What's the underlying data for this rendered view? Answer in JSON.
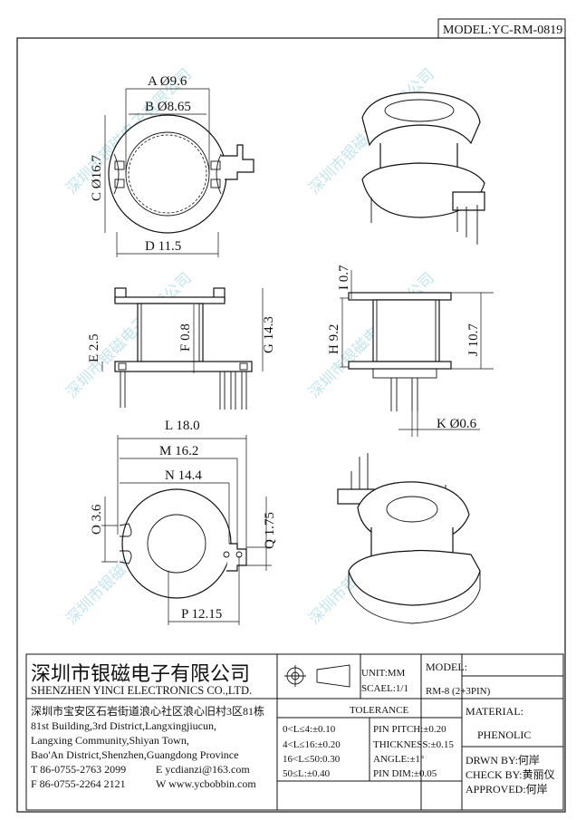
{
  "header": {
    "model": "MODEL:YC-RM-0819"
  },
  "watermark": "深圳市银磁电子有限公司",
  "dimensions": {
    "A": "A Ø9.6",
    "B": "B Ø8.65",
    "C": "C Ø16.7",
    "D": "D 11.5",
    "E": "E 2.5",
    "F": "F 0.8",
    "G": "G 14.3",
    "H": "H 9.2",
    "I": "I 0.7",
    "J": "J 10.7",
    "K": "K Ø0.6",
    "L": "L 18.0",
    "M": "M 16.2",
    "N": "N 14.4",
    "O": "O 3.6",
    "P": "P 12.15",
    "Q": "Q 1.75"
  },
  "title_block": {
    "company_cn": "深圳市银磁电子有限公司",
    "company_en": "SHENZHEN YINCI ELECTRONICS CO.,LTD.",
    "address_cn": "深圳市宝安区石岩街道浪心社区浪心旧村3区81栋",
    "address_en_lines": [
      "81st Building,3rd District,Langxingjiucun,",
      "Langxing Community,Shiyan Town,",
      "Bao'An District,Shenzhen,Guangdong Province"
    ],
    "tel": "T 86-0755-2763 2099",
    "email": "E ycdianzi@163.com",
    "fax": "F 86-0755-2264 2121",
    "web": "W www.ycbobbin.com",
    "unit": "UNIT:MM",
    "scale": "SCAEL:1/1",
    "tolerance_label": "TOLERANCE",
    "tolerance_left": [
      "0<L≤4:±0.10",
      "4<L≤16:±0.20",
      "16<L≤50:0.30",
      "50≤L:±0.40"
    ],
    "tolerance_right": [
      "PIN PITCH:±0.20",
      "THICKNESS:±0.15",
      "ANGLE:±1°",
      "PIN DIM:±0.05"
    ],
    "model_label": "MODEL:",
    "model_value": "RM-8 (2+3PIN)",
    "material_label": "MATERIAL:",
    "material_value": "PHENOLIC",
    "drawn_by": "DRWN BY:何岸",
    "check_by": "CHECK BY:黄丽仪",
    "approved": "APPROVED:何岸"
  }
}
